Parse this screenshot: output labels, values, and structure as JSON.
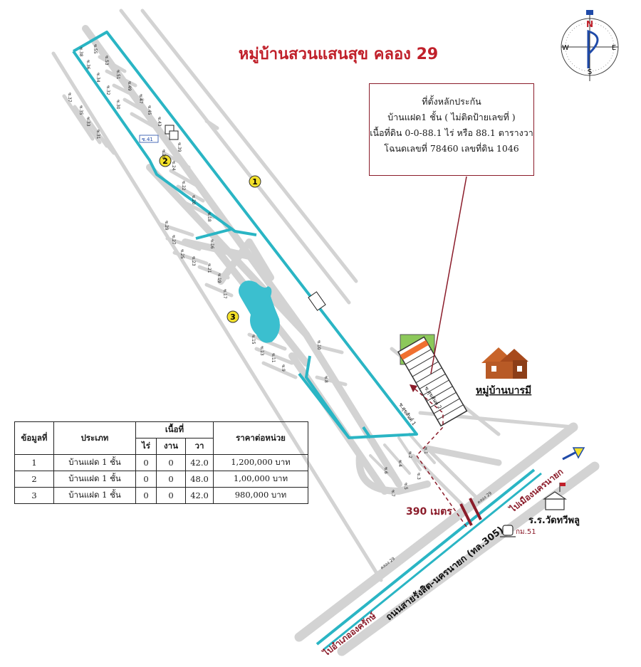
{
  "title": "หมู่บ้านสวนแสนสุข คลอง 29",
  "info_box": {
    "heading": "ที่ตั้งหลักประกัน",
    "line1": "บ้านแฝด1 ชั้น ( ไม่ติดป้ายเลขที่ )",
    "line2": "เนื้อที่ดิน 0-0-88.1 ไร่ หรือ 88.1 ตารางวา",
    "line3": "โฉนดเลขที่ 78460 เลขที่ดิน 1046"
  },
  "compass": {
    "n": "N",
    "s": "S",
    "e": "E",
    "w": "W"
  },
  "markers": {
    "m1": "1",
    "m2": "2",
    "m3": "3"
  },
  "labels": {
    "distance": "390 เมตร",
    "main_road": "ถนนสายรังสิต-นครนายก (ทล.305)",
    "to_nakhon_nayok": "ไปเมืองนครนายก",
    "to_ongkharak": "ไปอำเภอองครักษ์",
    "school": "ร.ร.วัดทวีพลู",
    "km_marker": "กม.51",
    "village_barami": "หมู่บ้านบารมี",
    "canal1": "คลอง 29",
    "canal2": "คลอง 29",
    "soi41": "ซ.41",
    "soi_entrance1": "ซ.สุขสันต์ 1",
    "soi_entrance2": "ซ.สุขสันต์ 2"
  },
  "sois": {
    "s55": "ซ.55",
    "s53": "ซ.53",
    "s51": "ซ.51",
    "s49": "ซ.49",
    "s47": "ซ.47",
    "s45": "ซ.45",
    "s43": "ซ.43",
    "s38": "ซ.38",
    "s36": "ซ.36",
    "s34": "ซ.34",
    "s32": "ซ.32",
    "s30": "ซ.30",
    "s37": "ซ.37",
    "s35": "ซ.35",
    "s33": "ซ.33",
    "s31": "ซ.31",
    "s39": "ซ.39",
    "s26": "ซ.26",
    "s24": "ซ.24",
    "s22": "ซ.22",
    "s20": "ซ.20",
    "s18": "ซ.18",
    "s16": "ซ.16",
    "s29": "ซ.29",
    "s27": "ซ.27",
    "s25": "ซ.25",
    "s23": "ซ.23",
    "s21": "ซ.21",
    "s19": "ซ.19",
    "s17": "ซ.17",
    "s15": "ซ.15",
    "s13": "ซ.13",
    "s11": "ซ.11",
    "s9": "ซ.9",
    "s10": "ซ.10",
    "s8": "ซ.8",
    "s7": "ซ.7",
    "s5": "ซ.5",
    "s3": "ซ.3",
    "s6": "ซ.6",
    "s4": "ซ.4",
    "s2": "ซ.2",
    "s1": "ซ.1"
  },
  "table": {
    "headers": {
      "no": "ข้อมูลที่",
      "type": "ประเภท",
      "area": "เนื้อที่",
      "rai": "ไร่",
      "ngan": "งาน",
      "wa": "วา",
      "price": "ราคาต่อหน่วย"
    },
    "rows": [
      {
        "no": "1",
        "type": "บ้านแฝด 1 ชั้น",
        "rai": "0",
        "ngan": "0",
        "wa": "42.0",
        "price": "1,200,000 บาท"
      },
      {
        "no": "2",
        "type": "บ้านแฝด 1 ชั้น",
        "rai": "0",
        "ngan": "0",
        "wa": "48.0",
        "price": "1,00,000 บาท"
      },
      {
        "no": "3",
        "type": "บ้านแฝด 1 ชั้น",
        "rai": "0",
        "ngan": "0",
        "wa": "42.0",
        "price": "980,000 บาท"
      }
    ]
  },
  "colors": {
    "title": "#c0202a",
    "road_gray": "#d2d2d2",
    "canal_cyan": "#2ab5c4",
    "marker_yellow": "#f4e12a",
    "subject_plot": "#f07030",
    "green_plot": "#8cc85a",
    "route_dashed": "#8b1c2a"
  }
}
